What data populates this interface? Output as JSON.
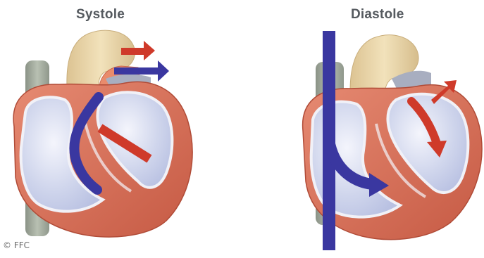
{
  "panels": {
    "systole": {
      "title": "Systole"
    },
    "diastole": {
      "title": "Diastole"
    }
  },
  "credit": "© FFC",
  "colors": {
    "muscle": "#d9705a",
    "muscle_dark": "#b4503c",
    "chamber": "#cfd5ec",
    "chamber_highlight": "#eef0fa",
    "aorta": "#ecd7a8",
    "vessel_gray": "#a6b0a2",
    "vena_cava": "#9ea69a",
    "oxygenated_arrow": "#cf3a2a",
    "deoxygenated_arrow": "#3a37a0",
    "pulmonary_vein": "#7277b8"
  },
  "icons": {
    "blood_flow_arrow": "arrow-icon",
    "heart": "heart-icon"
  }
}
